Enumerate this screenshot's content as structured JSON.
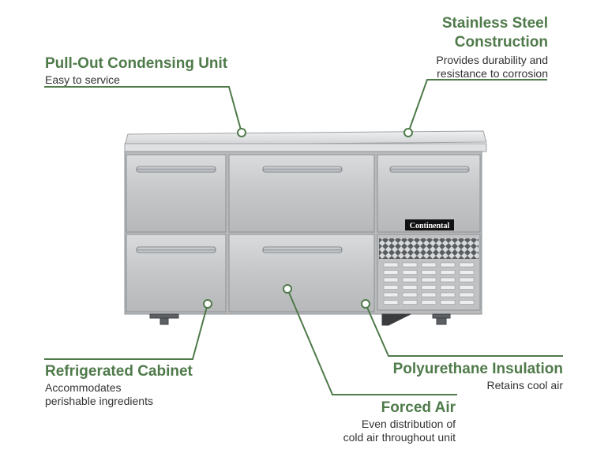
{
  "callouts": {
    "condensing": {
      "title": "Pull-Out Condensing Unit",
      "desc": [
        "Easy to service"
      ]
    },
    "steel": {
      "title": [
        "Stainless Steel",
        "Construction"
      ],
      "desc": [
        "Provides durability and",
        "resistance to corrosion"
      ]
    },
    "cabinet": {
      "title": "Refrigerated Cabinet",
      "desc": [
        "Accommodates",
        "perishable ingredients"
      ]
    },
    "insulation": {
      "title": "Polyurethane Insulation",
      "desc": [
        "Retains cool air"
      ]
    },
    "forced_air": {
      "title": "Forced Air",
      "desc": [
        "Even distribution of",
        "cold air throughout unit"
      ]
    }
  },
  "product": {
    "brand": "Continental"
  },
  "colors": {
    "accent": "#4f7a4a",
    "steel": "#c9cbcd"
  }
}
